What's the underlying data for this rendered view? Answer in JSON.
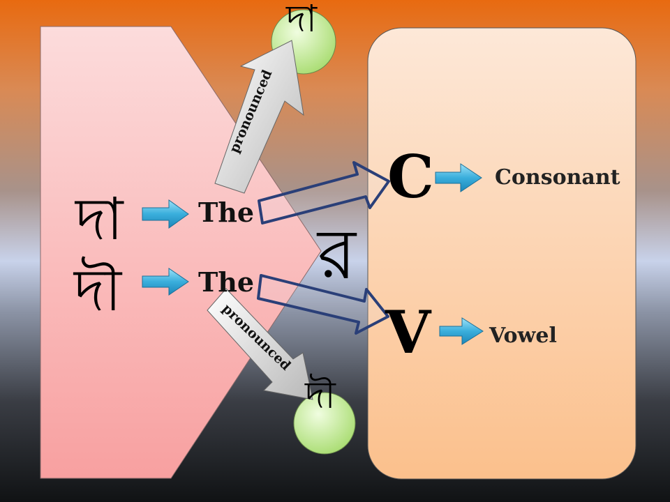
{
  "left_panel": {
    "letters": [
      "দা",
      "দৗ"
    ],
    "word": "The"
  },
  "top_circle_letter": "দা",
  "bottom_circle_letter": "দৗ",
  "arrow_label": "pronounced",
  "center_letter": "র",
  "right_panel": {
    "consonant_symbol": "C",
    "consonant_label": "Consonant",
    "vowel_symbol": "V",
    "vowel_label": "Vowel"
  },
  "colors": {
    "left_panel": "#f8c8c8",
    "right_panel": "#fcdcbc",
    "arrow_blue": "#4ab8e0",
    "outline_arrow": "#2a3f78",
    "circle": "#c8ec9c"
  }
}
